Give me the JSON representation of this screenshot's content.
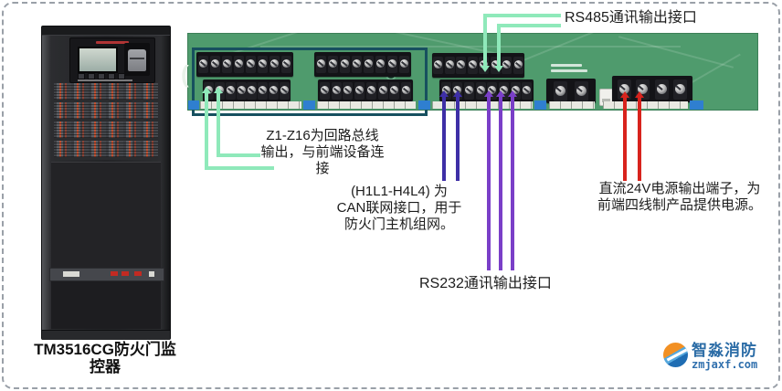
{
  "annotations": {
    "rs485": "RS485通讯输出接口",
    "loop": [
      "Z1-Z16为回路总线",
      "输出，与前端设备连",
      "接"
    ],
    "can": [
      "(H1L1-H4L4) 为",
      "CAN联网接口，用于",
      "防火门主机组网。"
    ],
    "rs232": "RS232通讯输出接口",
    "power": [
      "直流24V电源输出端子，为",
      "前端四线制产品提供电源。"
    ]
  },
  "device": {
    "caption": [
      "TM3516CG防火门监",
      "控器"
    ]
  },
  "logo": {
    "brand": "智淼消防",
    "site": "zmjaxf.com"
  },
  "colors": {
    "pcb_green": "#4f9b6d",
    "wire_mint_green": "#8fe9ba",
    "wire_dark_blue_purple": "#3e2fa6",
    "wire_violet": "#7a3fc8",
    "wire_red": "#d8231d",
    "tape_blue": "#2f7fd0",
    "outline_teal": "#17505f",
    "logo_blue": "#2b6ca6"
  }
}
